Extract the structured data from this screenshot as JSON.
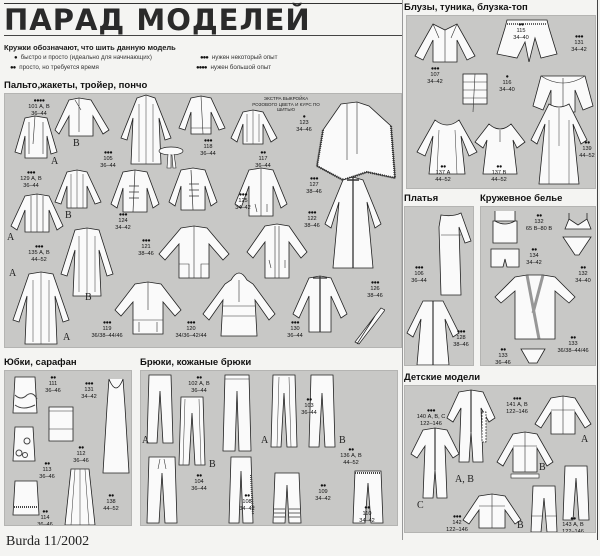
{
  "header": {
    "title": "ПАРАД МОДЕЛЕЙ",
    "legend_intro": "Кружки обозначают, что шить данную модель",
    "legend": [
      {
        "dots": "●",
        "text": "быстро и просто (идеально для начинающих)"
      },
      {
        "dots": "●●",
        "text": "просто, но требуется время"
      },
      {
        "dots": "●●●",
        "text": "нужен некоторый опыт"
      },
      {
        "dots": "●●●●",
        "text": "нужен большой опыт"
      }
    ]
  },
  "sections": {
    "coats": {
      "title": "Пальто,жакеты, тройер, пончо",
      "note": "ЭКСТРА ВЫКРОЙКА РОЗОВОГО ЦВЕТА И КУРС ПО ШИТЬЮ",
      "models": [
        {
          "dots": "●●●●",
          "num": "101 А, В",
          "sizes": "36–44"
        },
        {
          "dots": "●●●",
          "num": "105",
          "sizes": "36–44"
        },
        {
          "dots": "●●●",
          "num": "118",
          "sizes": "36–44"
        },
        {
          "dots": "●●",
          "num": "117",
          "sizes": "36–44"
        },
        {
          "dots": "●",
          "num": "123",
          "sizes": "34–46"
        },
        {
          "dots": "●●●",
          "num": "129 А, В",
          "sizes": "36–44"
        },
        {
          "dots": "●●●",
          "num": "124",
          "sizes": "34–42"
        },
        {
          "dots": "●●●",
          "num": "125",
          "sizes": "34–42"
        },
        {
          "dots": "●●●",
          "num": "127",
          "sizes": "38–46"
        },
        {
          "dots": "●●●",
          "num": "122",
          "sizes": "38–46"
        },
        {
          "dots": "●●●",
          "num": "135 А, В",
          "sizes": "44–52"
        },
        {
          "dots": "●●●",
          "num": "121",
          "sizes": "38–46"
        },
        {
          "dots": "●●●",
          "num": "126",
          "sizes": "38–46"
        },
        {
          "dots": "●●●",
          "num": "119",
          "sizes": "36/38–44/46"
        },
        {
          "dots": "●●●",
          "num": "120",
          "sizes": "34/36–42/44"
        },
        {
          "dots": "●●●",
          "num": "130",
          "sizes": "36–44"
        }
      ],
      "letters": [
        "A",
        "B",
        "A",
        "B",
        "A",
        "B",
        "A"
      ]
    },
    "blouses": {
      "title": "Блузы, туника, блузка-топ",
      "models": [
        {
          "dots": "●●",
          "num": "115",
          "sizes": "34–40"
        },
        {
          "dots": "●●●",
          "num": "131",
          "sizes": "34–42"
        },
        {
          "dots": "●●●",
          "num": "107",
          "sizes": "34–42"
        },
        {
          "dots": "●",
          "num": "116",
          "sizes": "34–40"
        },
        {
          "dots": "●●",
          "num": "137 А",
          "sizes": "44–52"
        },
        {
          "dots": "●●",
          "num": "137 В",
          "sizes": "44–52"
        },
        {
          "dots": "●●",
          "num": "139",
          "sizes": "44–52"
        }
      ]
    },
    "dresses": {
      "title": "Платья",
      "models": [
        {
          "dots": "●●●",
          "num": "106",
          "sizes": "36–44"
        },
        {
          "dots": "●●●",
          "num": "128",
          "sizes": "38–46"
        }
      ]
    },
    "lingerie": {
      "title": "Кружевное белье",
      "models": [
        {
          "dots": "●●",
          "num": "132",
          "sizes": "65 В–80 В"
        },
        {
          "dots": "●●",
          "num": "134",
          "sizes": "34–42"
        },
        {
          "dots": "●●",
          "num": "132",
          "sizes": "34–40"
        },
        {
          "dots": "●●",
          "num": "133",
          "sizes": "36–46"
        },
        {
          "dots": "●●",
          "num": "133",
          "sizes": "36/38–44/46"
        }
      ]
    },
    "skirts": {
      "title": "Юбки, сарафан",
      "models": [
        {
          "dots": "●●",
          "num": "111",
          "sizes": "36–46"
        },
        {
          "dots": "●●●",
          "num": "131",
          "sizes": "34–42"
        },
        {
          "dots": "●●",
          "num": "112",
          "sizes": "36–46"
        },
        {
          "dots": "●●",
          "num": "113",
          "sizes": "36–46"
        },
        {
          "dots": "●●",
          "num": "114",
          "sizes": "36–46"
        },
        {
          "dots": "●●",
          "num": "138",
          "sizes": "44–52"
        }
      ]
    },
    "trousers": {
      "title": "Брюки, кожаные брюки",
      "models": [
        {
          "dots": "●●",
          "num": "102 А, В",
          "sizes": "36–44"
        },
        {
          "dots": "●●",
          "num": "103",
          "sizes": "36–44"
        },
        {
          "dots": "●●",
          "num": "136 А, В",
          "sizes": "44–52"
        },
        {
          "dots": "●●",
          "num": "104",
          "sizes": "36–44"
        },
        {
          "dots": "●●",
          "num": "109",
          "sizes": "34–42"
        },
        {
          "dots": "●●",
          "num": "108",
          "sizes": "34–42"
        },
        {
          "dots": "●●",
          "num": "110",
          "sizes": "34–42"
        }
      ],
      "letters": [
        "A",
        "B",
        "A",
        "B"
      ]
    },
    "kids": {
      "title": "Детские модели",
      "models": [
        {
          "dots": "●●●",
          "num": "140 А, В, С",
          "sizes": "122–146"
        },
        {
          "dots": "●●●",
          "num": "141 А, В",
          "sizes": "122–146"
        },
        {
          "dots": "●●●",
          "num": "142",
          "sizes": "122–146"
        },
        {
          "dots": "●●",
          "num": "143 А, В",
          "sizes": "122–146"
        }
      ],
      "letters": [
        "A, B",
        "A",
        "B",
        "C",
        "B"
      ]
    }
  },
  "footer": {
    "issue": "Burda 11/2002"
  }
}
